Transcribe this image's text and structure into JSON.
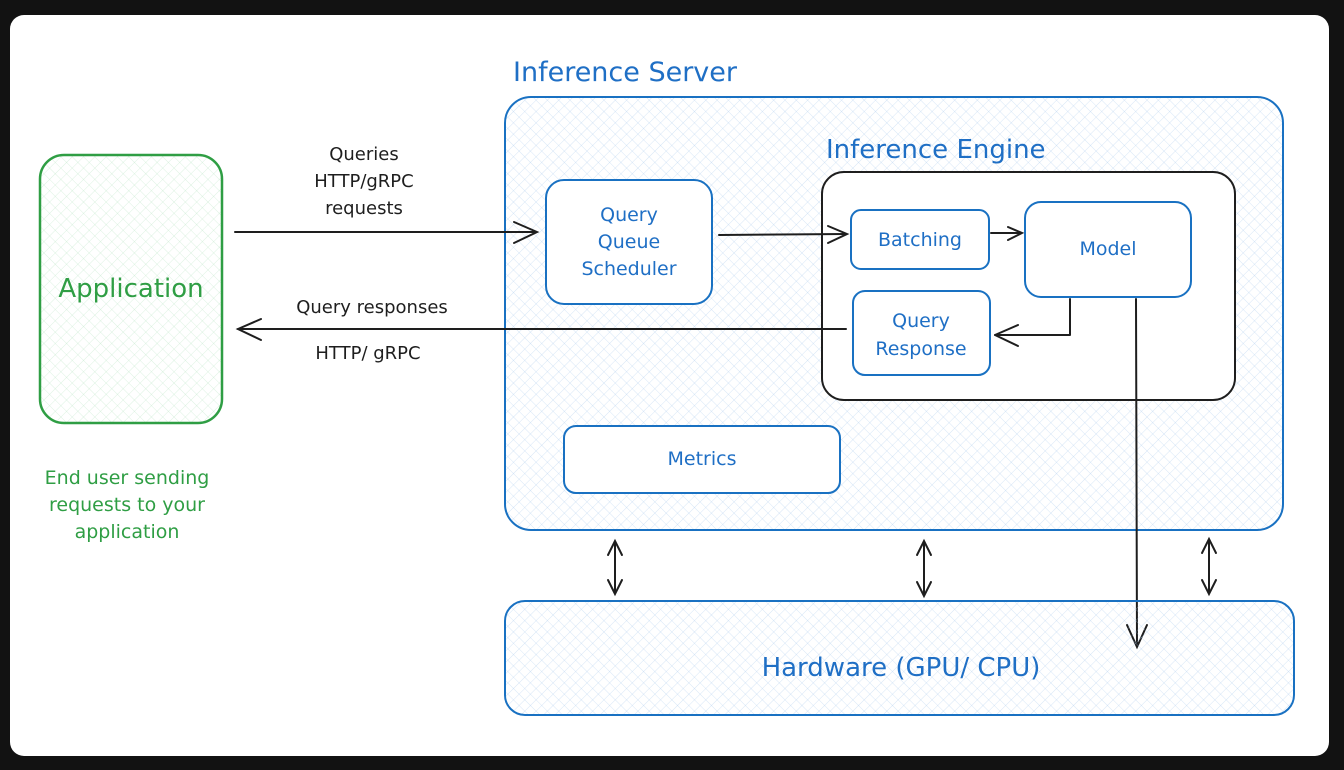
{
  "colors": {
    "blue": "#1971c2",
    "green": "#2f9e44",
    "black": "#1e1e1e",
    "background": "#ffffff",
    "frame": "#121212"
  },
  "application": {
    "label": "Application",
    "caption": [
      "End user sending",
      "requests to your",
      "application"
    ]
  },
  "arrows": {
    "request_label": [
      "Queries",
      "HTTP/gRPC",
      "requests"
    ],
    "response_label_top": "Query responses",
    "response_label_bottom": "HTTP/ gRPC"
  },
  "inference_server": {
    "title": "Inference Server",
    "query_queue_scheduler": [
      "Query",
      "Queue",
      "Scheduler"
    ],
    "metrics": "Metrics"
  },
  "inference_engine": {
    "title": "Inference Engine",
    "batching": "Batching",
    "model": "Model",
    "query_response": [
      "Query",
      "Response"
    ]
  },
  "hardware": {
    "label": "Hardware (GPU/ CPU)"
  }
}
